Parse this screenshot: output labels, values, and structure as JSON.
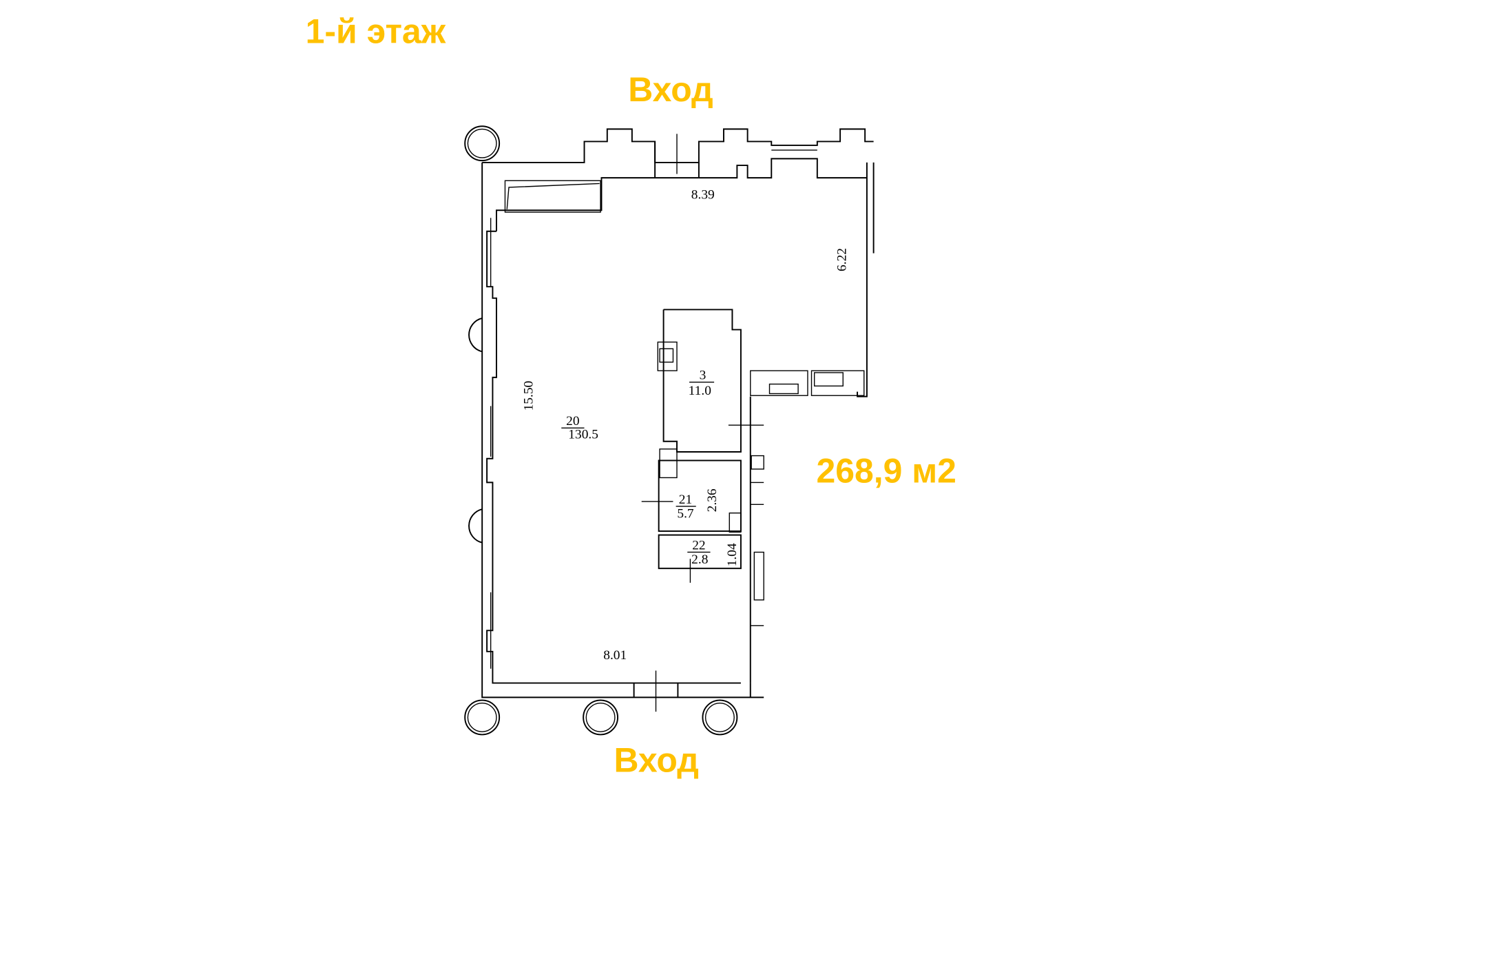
{
  "title": "1-й этаж",
  "entrance_top": "Вход",
  "entrance_bottom": "Вход",
  "total_area": "268,9 м2",
  "accent_color": "#FFC000",
  "dimensions": {
    "top_width": "8.39",
    "right_height": "6.22",
    "left_height": "15.50",
    "bottom_width": "8.01",
    "room21_height": "2.36",
    "room22_height": "1.04"
  },
  "rooms": [
    {
      "number": "20",
      "area": "130.5"
    },
    {
      "number": "3",
      "area": "11.0"
    },
    {
      "number": "21",
      "area": "5.7"
    },
    {
      "number": "22",
      "area": "2.8"
    }
  ]
}
